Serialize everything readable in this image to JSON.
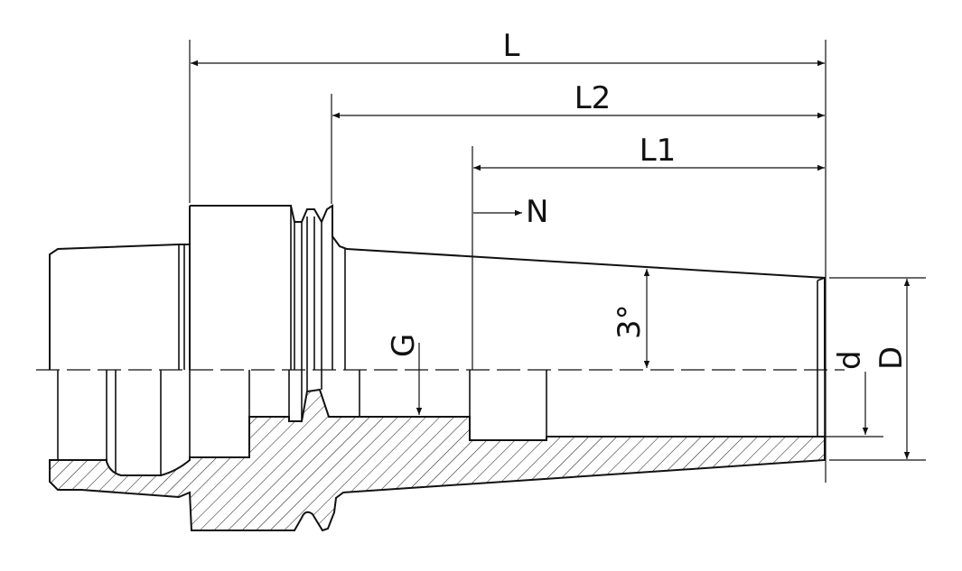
{
  "labels": {
    "L": "L",
    "L2": "L2",
    "L1": "L1",
    "N": "N",
    "G": "G",
    "angle": "3°",
    "d": "d",
    "D": "D"
  },
  "colors": {
    "stroke": "#111111",
    "background": "#ffffff"
  }
}
